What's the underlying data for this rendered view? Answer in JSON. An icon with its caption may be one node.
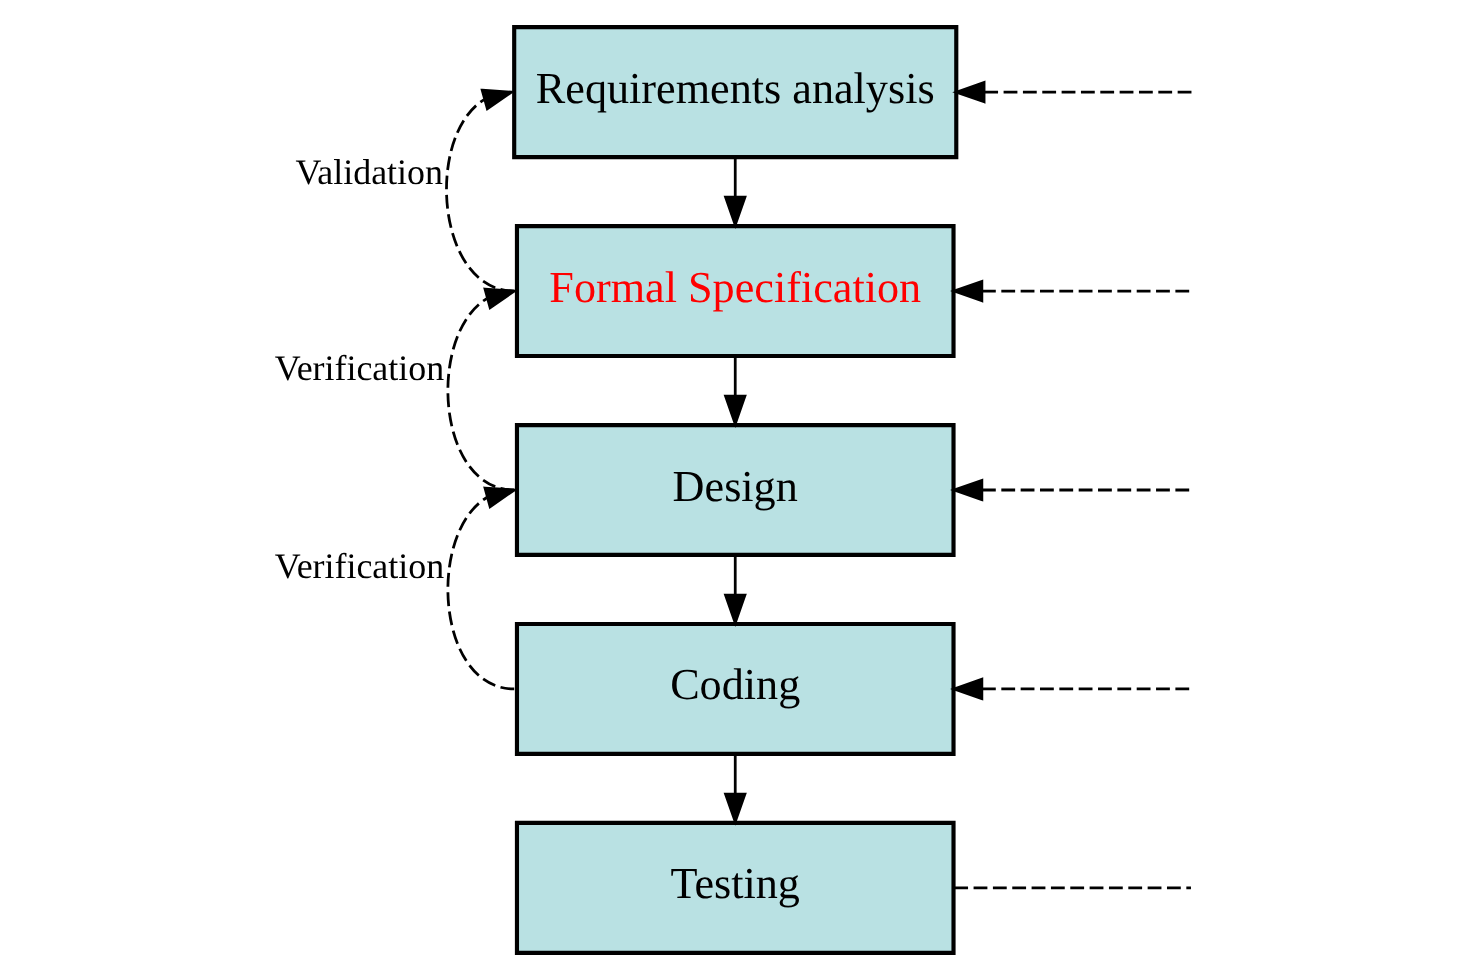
{
  "diagram": {
    "nodes": [
      {
        "text": [
          "Requirements analysis"
        ]
      },
      {
        "text": [
          "Formal Specification"
        ]
      },
      {
        "text": [
          "Design"
        ]
      },
      {
        "text": [
          "Coding"
        ]
      },
      {
        "text": [
          "Testing"
        ]
      }
    ],
    "edges": [
      {
        "from": 0,
        "to": 1,
        "arrow": "to"
      },
      {
        "from": 1,
        "to": 2,
        "arrow": "to"
      },
      {
        "from": 2,
        "to": 3,
        "arrow": "to"
      },
      {
        "from": 3,
        "to": 4,
        "arrow": "to"
      },
      {
        "from": 1,
        "to": 0,
        "arrow": "to",
        "style": "dashed",
        "label": "Validation"
      },
      {
        "from": 2,
        "to": 1,
        "arrow": "to",
        "style": "dashed",
        "label": "Verification"
      },
      {
        "from": 3,
        "to": 2,
        "arrow": "to",
        "style": "dashed",
        "label": "Verification"
      },
      {
        "from": null,
        "to": 0,
        "arrow": "to",
        "style": "dashed"
      },
      {
        "from": null,
        "to": 1,
        "arrow": "to",
        "style": "dashed"
      },
      {
        "from": null,
        "to": 2,
        "arrow": "to",
        "style": "dashed"
      },
      {
        "from": null,
        "to": 3,
        "arrow": "to",
        "style": "dashed"
      },
      {
        "from": 4,
        "to": null,
        "arrow": "none",
        "style": "dashed"
      }
    ]
  }
}
